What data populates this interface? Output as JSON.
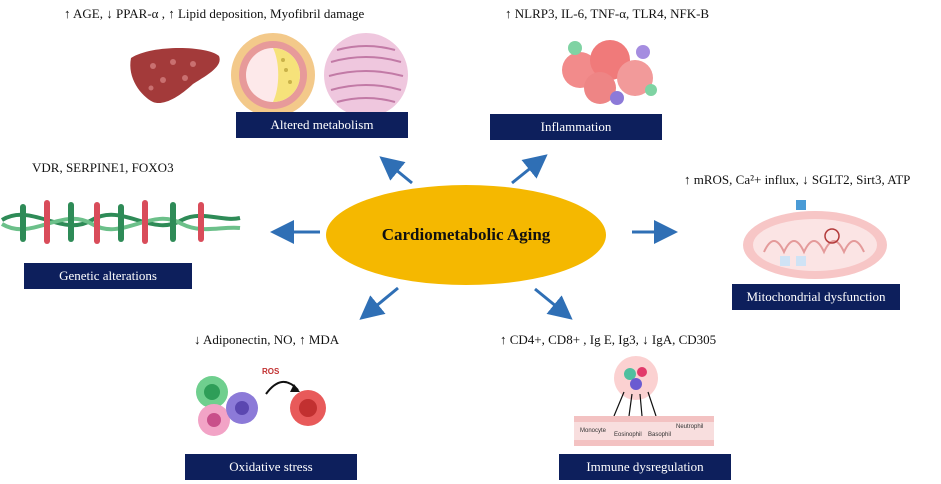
{
  "center": {
    "title": "Cardiometabolic Aging"
  },
  "nodes": {
    "metabolism": {
      "label": "Altered metabolism",
      "note": "↑ AGE, ↓ PPAR-α , ↑ Lipid deposition, Myofibril damage"
    },
    "inflammation": {
      "label": "Inflammation",
      "note": "↑ NLRP3, IL-6, TNF-α, TLR4, NFK-B"
    },
    "genetic": {
      "label": "Genetic alterations",
      "note": "VDR, SERPINE1, FOXO3"
    },
    "mitochondrial": {
      "label": "Mitochondrial dysfunction",
      "note": "↑ mROS,  Ca²+ influx, ↓ SGLT2,  Sirt3, ATP"
    },
    "oxidative": {
      "label": "Oxidative stress",
      "note": "↓ Adiponectin, NO, ↑ MDA",
      "ros_label": "ROS"
    },
    "immune": {
      "label": "Immune dysregulation",
      "note": "↑ CD4+, CD8+ , Ig E, Ig3, ↓  IgA, CD305",
      "cell_labels": [
        "Monocyte",
        "Eosinophil",
        "Basophil",
        "Neutrophil"
      ]
    }
  },
  "colors": {
    "box": "#0d1f5c",
    "oval": "#f5b800",
    "arrow": "#2f6fb5"
  }
}
